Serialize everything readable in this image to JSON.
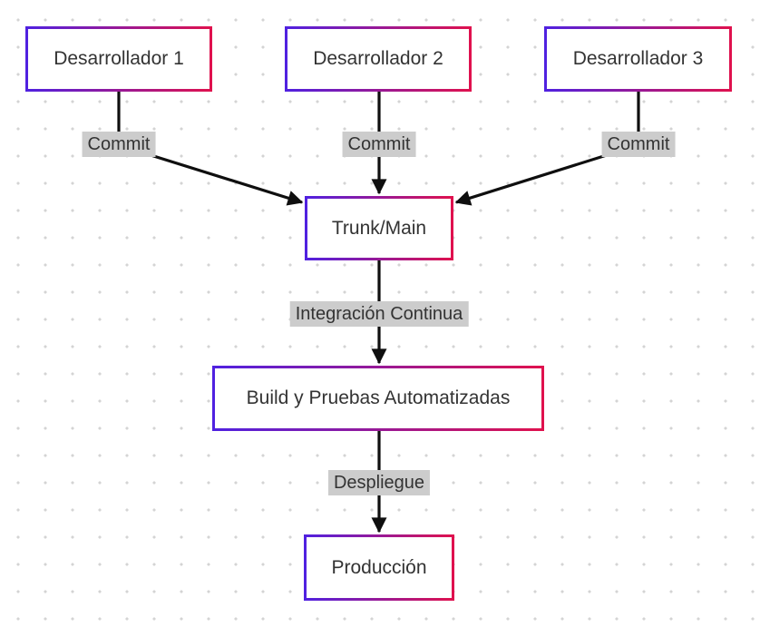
{
  "diagram": {
    "type": "flowchart",
    "direction": "top-down",
    "nodes": [
      {
        "id": "dev1",
        "label": "Desarrollador 1"
      },
      {
        "id": "dev2",
        "label": "Desarrollador 2"
      },
      {
        "id": "dev3",
        "label": "Desarrollador 3"
      },
      {
        "id": "trunk",
        "label": "Trunk/Main"
      },
      {
        "id": "build",
        "label": "Build y Pruebas Automatizadas"
      },
      {
        "id": "prod",
        "label": "Producción"
      }
    ],
    "edges": [
      {
        "from": "dev1",
        "to": "trunk",
        "label": "Commit"
      },
      {
        "from": "dev2",
        "to": "trunk",
        "label": "Commit"
      },
      {
        "from": "dev3",
        "to": "trunk",
        "label": "Commit"
      },
      {
        "from": "trunk",
        "to": "build",
        "label": "Integración Continua"
      },
      {
        "from": "build",
        "to": "prod",
        "label": "Despliegue"
      }
    ],
    "colors": {
      "node_border_gradient_left": "#4f21e1",
      "node_border_gradient_right": "#e0114d",
      "node_fill": "#ffffff",
      "node_text": "#333333",
      "edge_label_background": "#cccccc",
      "edge_label_text": "#333333",
      "arrow_stroke": "#0f0f0f",
      "canvas_background": "#ffffff",
      "grid_dot": "#d4d4d4"
    }
  }
}
